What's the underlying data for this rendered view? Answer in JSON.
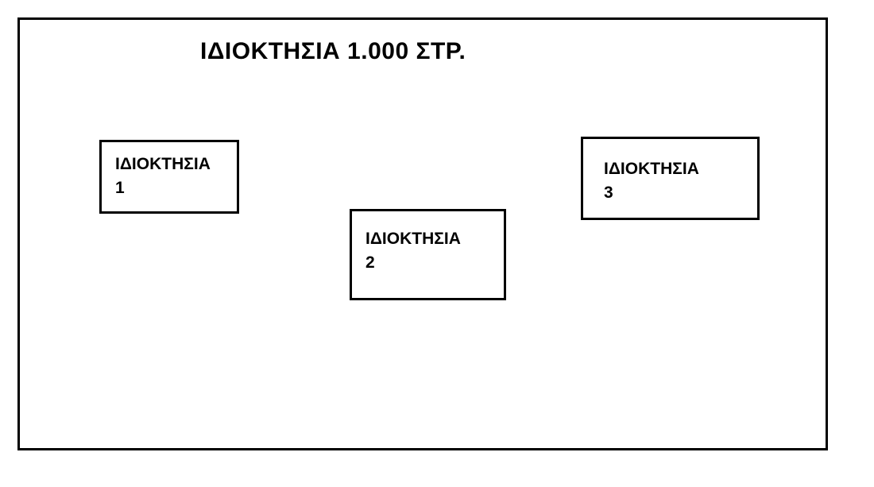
{
  "diagram": {
    "title": "ΙΔΙΟΚΤΗΣΙΑ 1.000 ΣΤΡ.",
    "boxes": [
      {
        "label": "ΙΔΙΟΚΤΗΣΙΑ",
        "number": "1"
      },
      {
        "label": "ΙΔΙΟΚΤΗΣΙΑ",
        "number": "2"
      },
      {
        "label": "ΙΔΙΟΚΤΗΣΙΑ",
        "number": "3"
      }
    ],
    "colors": {
      "border": "#000000",
      "background": "#ffffff",
      "text": "#000000"
    }
  }
}
